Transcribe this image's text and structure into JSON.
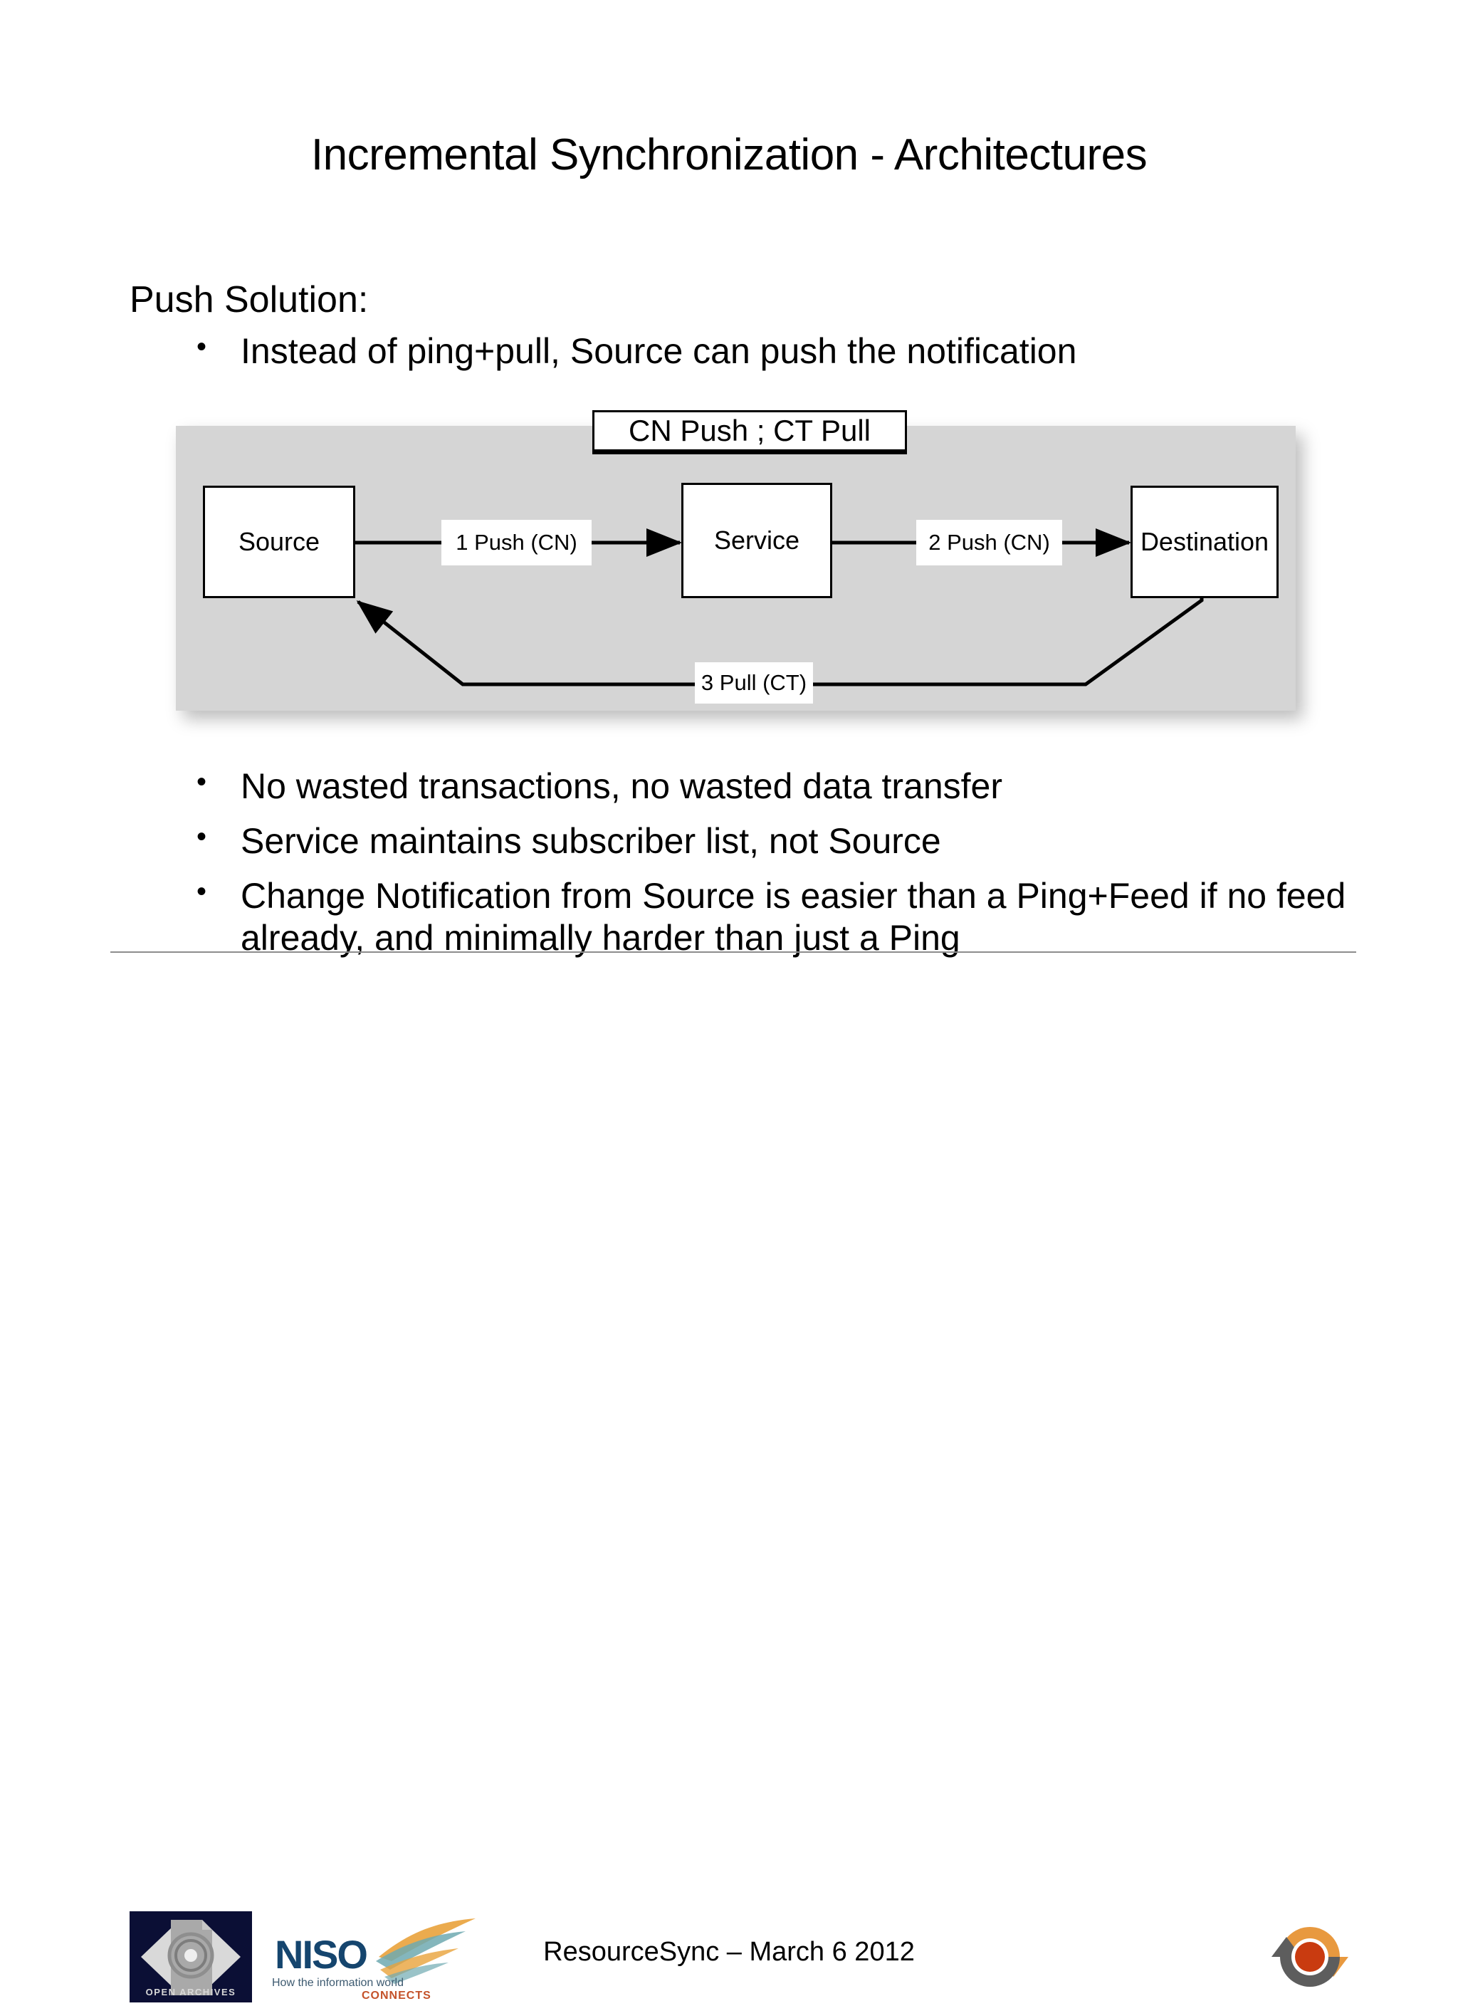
{
  "slide": {
    "title": "Incremental Synchronization - Architectures",
    "section_label": "Push Solution:",
    "intro_bullets": [
      {
        "marker": "•",
        "text": "Instead of ping+pull, Source can push the notification"
      }
    ],
    "outcome_bullets": [
      {
        "marker": "•",
        "text": "No wasted transactions, no wasted data transfer"
      },
      {
        "marker": "•",
        "text": "Service maintains subscriber list, not Source"
      },
      {
        "marker": "•",
        "text": "Change Notification from Source is easier than a Ping+Feed if no feed already, and minimally harder than just a Ping"
      }
    ]
  },
  "diagram": {
    "caption": "CN Push ; CT Pull",
    "nodes": [
      {
        "id": "source",
        "label": "Source"
      },
      {
        "id": "service",
        "label": "Service"
      },
      {
        "id": "destination",
        "label": "Destination"
      }
    ],
    "edges": [
      {
        "id": "edge1",
        "label": "1 Push (CN)",
        "from": "source",
        "to": "service"
      },
      {
        "id": "edge2",
        "label": "2 Push (CN)",
        "from": "service",
        "to": "destination"
      },
      {
        "id": "edge3",
        "label": "3 Pull (CT)",
        "from": "destination",
        "to": "source"
      }
    ],
    "panel_color": "#d5d5d5",
    "node_fill": "#ffffff",
    "stroke_color": "#000000"
  },
  "footer": {
    "caption": "ResourceSync – March 6 2012",
    "logos": {
      "open_archives": {
        "name": "open-archives-logo",
        "wordmark": "OPEN ARCHIVES",
        "background": "#0b0f35",
        "foreground": "#b8b8b8"
      },
      "niso": {
        "name": "niso-logo",
        "wordmark": "NISO",
        "tagline_line1": "How the information world",
        "tagline_line2": "CONNECTS",
        "wordmark_color": "#15456e",
        "tagline_color": "#c4522a"
      },
      "resourcesync": {
        "name": "resourcesync-logo",
        "arc_top_color": "#e8993f",
        "arc_bottom_color": "#5d5d5d",
        "center_color": "#c93b10"
      }
    }
  }
}
